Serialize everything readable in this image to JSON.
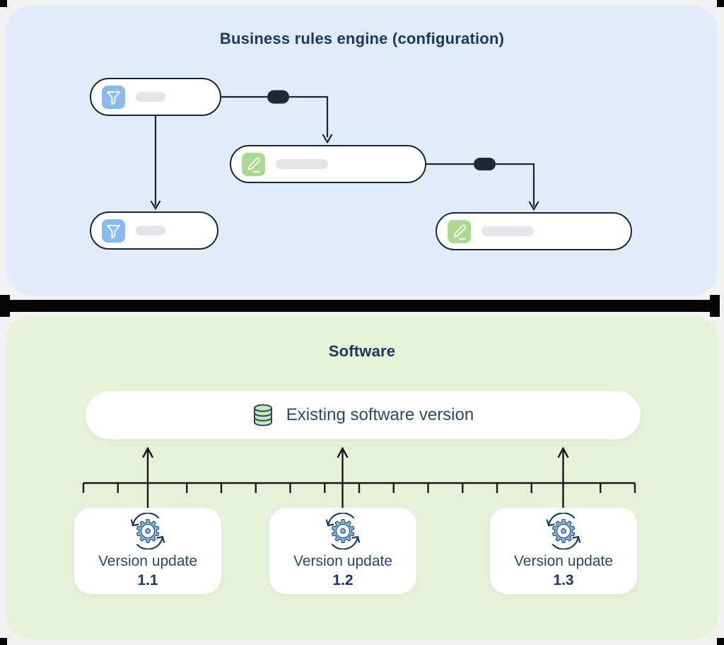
{
  "rules_panel": {
    "title": "Business rules engine (configuration)"
  },
  "software_panel": {
    "title": "Software",
    "existing_box": {
      "label": "Existing software version"
    },
    "cards": [
      {
        "label": "Version update",
        "version": "1.1"
      },
      {
        "label": "Version update",
        "version": "1.2"
      },
      {
        "label": "Version update",
        "version": "1.3"
      }
    ]
  },
  "icons": {
    "filter": "funnel-icon",
    "edit": "pen-icon",
    "database": "database-icon",
    "update": "gear-sync-icon"
  },
  "colors": {
    "panel_blue": "#e1ecfb",
    "panel_green": "#e6f1da",
    "title_navy": "#1b3860",
    "text_navy": "#2a4a70",
    "line_dark": "#1c2430",
    "connector_pill": "#1d2935",
    "filter_icon_bg": "#8abaeb",
    "edit_icon_bg": "#abd992",
    "placeholder_gray": "#e3e5e8",
    "gear_blue": "#82b5e6",
    "database_green": "#cdeaaa",
    "card_white": "#ffffff",
    "divider_black": "#060606"
  }
}
